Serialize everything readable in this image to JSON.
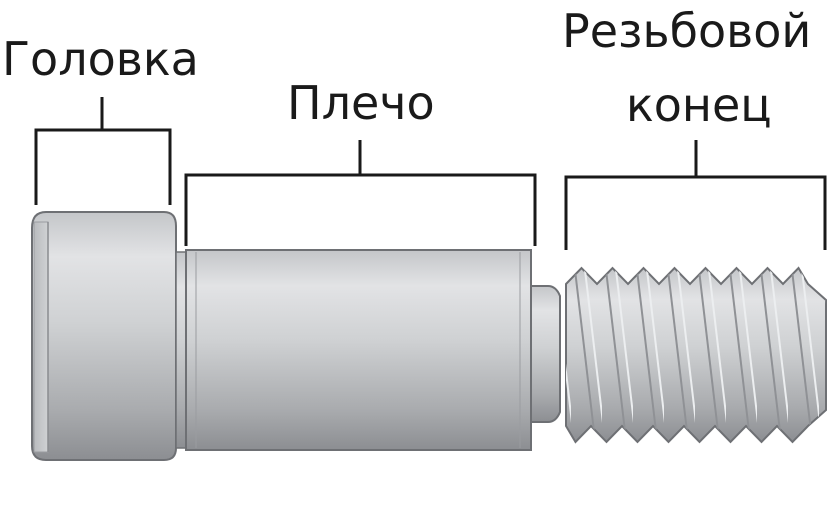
{
  "labels": {
    "head": "Головка",
    "shoulder": "Плечо",
    "thread_line1": "Резьбовой",
    "thread_line2": "конец"
  },
  "colors": {
    "text": "#1a1a1a",
    "bracket": "#1a1a1a",
    "metal_light": "#d6d8da",
    "metal_mid": "#b3b5b8",
    "metal_dark": "#8a8c90",
    "outline": "#6e7074"
  },
  "parts": [
    "head-icon",
    "shoulder-icon",
    "threaded-end-icon"
  ]
}
